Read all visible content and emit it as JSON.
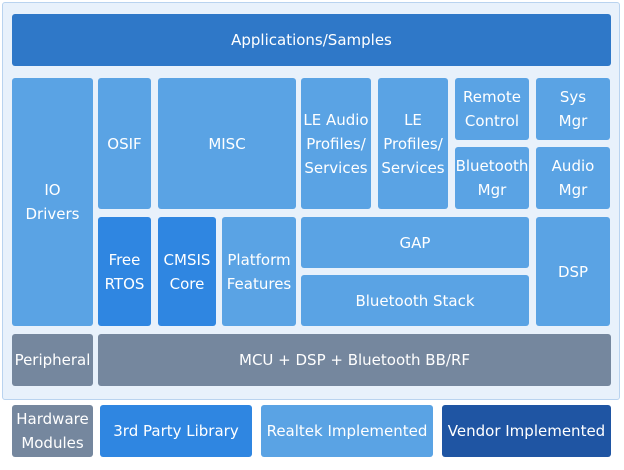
{
  "diagram": {
    "applications": "Applications/Samples",
    "io_drivers": "IO\nDrivers",
    "osif": "OSIF",
    "misc": "MISC",
    "le_audio": "LE Audio\nProfiles/\nServices",
    "le_profiles": "LE\nProfiles/\nServices",
    "remote_control": "Remote\nControl",
    "sys_mgr": "Sys\nMgr",
    "bluetooth_mgr": "Bluetooth\nMgr",
    "audio_mgr": "Audio\nMgr",
    "free_rtos": "Free\nRTOS",
    "cmsis_core": "CMSIS\nCore",
    "platform_features": "Platform\nFeatures",
    "gap": "GAP",
    "bluetooth_stack": "Bluetooth Stack",
    "dsp": "DSP",
    "peripheral": "Peripheral",
    "mcu_dsp_bb": "MCU + DSP + Bluetooth BB/RF"
  },
  "legend": {
    "hardware_modules": "Hardware\nModules",
    "third_party": "3rd Party Library",
    "realtek": "Realtek Implemented",
    "vendor": "Vendor Implemented"
  },
  "colors": {
    "applications": "#2f78c8",
    "realtek": "#5aa3e4",
    "third_party": "#2f86e1",
    "hardware": "#75879e",
    "vendor": "#1f55a3",
    "panel": "#e8f1fb"
  }
}
